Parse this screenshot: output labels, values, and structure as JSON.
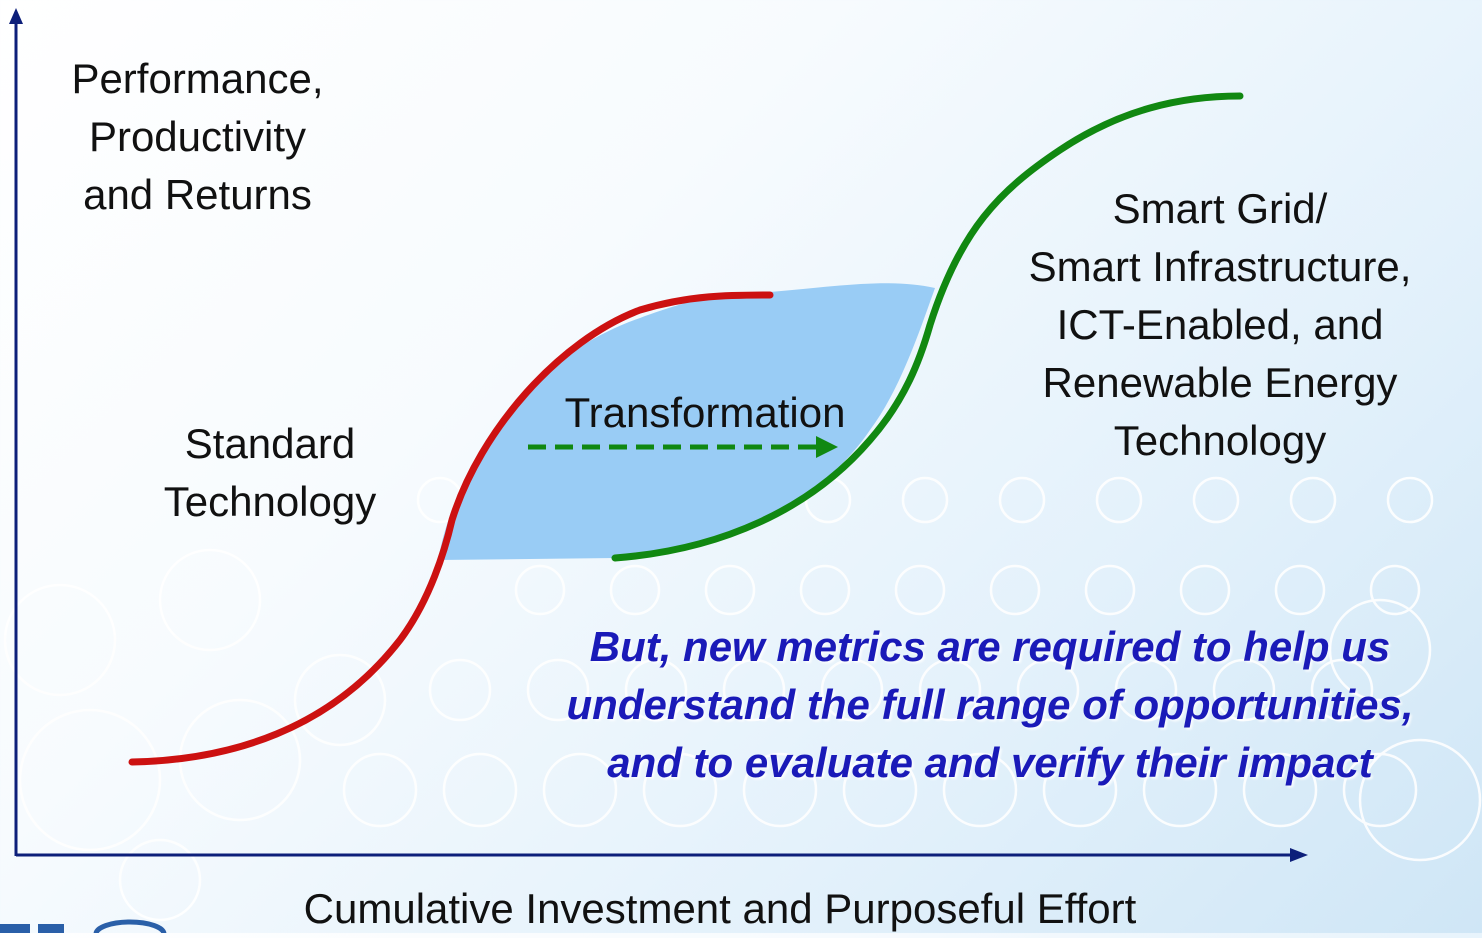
{
  "axes": {
    "y_label": "Performance,\nProductivity\nand Returns",
    "x_label": "Cumulative Investment and Purposeful Effort"
  },
  "curves": {
    "standard": {
      "label": "Standard\nTechnology",
      "color": "#cc1111"
    },
    "smart": {
      "label": "Smart Grid/\nSmart Infrastructure,\nICT-Enabled, and\nRenewable Energy\nTechnology",
      "color": "#118811"
    }
  },
  "transformation": {
    "label": "Transformation",
    "region_color": "#99ccf5",
    "arrow_color": "#118811"
  },
  "note": {
    "text": "But, new metrics are required to help us\nunderstand the full range of opportunities,\nand to evaluate and verify their impact",
    "color": "#1a1ab8"
  },
  "colors": {
    "axis": "#0d1f7a",
    "background_circles": "#ffffff",
    "logo": "#2a5fa8"
  },
  "icons": {
    "x_arrow": "arrowhead-right-icon",
    "y_arrow": "arrowhead-up-icon",
    "logo": "logo-fragment"
  }
}
